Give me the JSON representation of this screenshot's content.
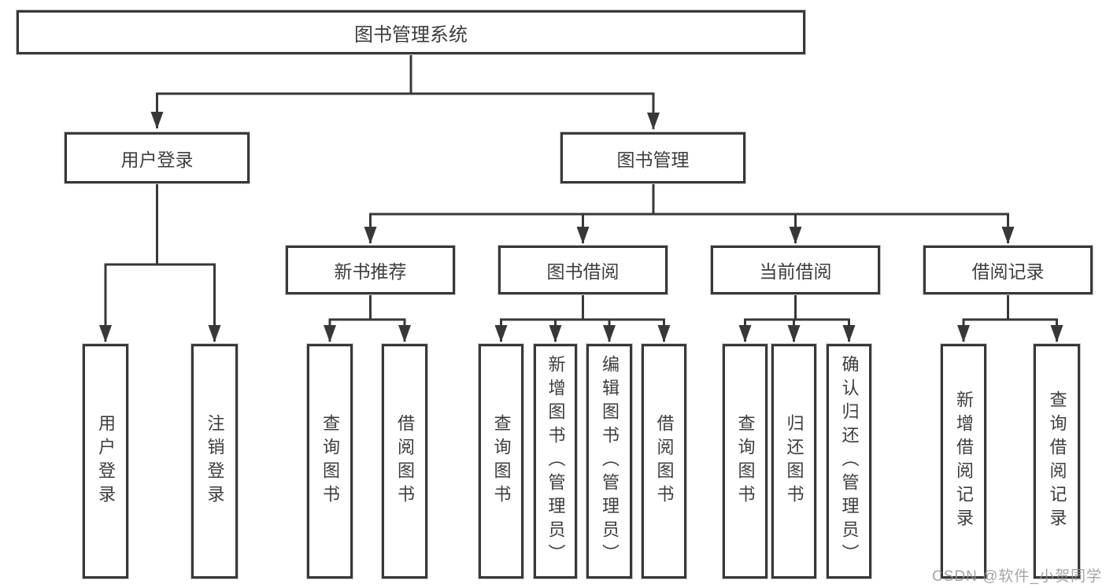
{
  "colors": {
    "background": "#ffffff",
    "line": "#383838",
    "box_border": "#383838",
    "text": "#3d3d3d",
    "watermark": "#919191"
  },
  "watermark": {
    "text": "CSDN @软件_小贺同学"
  },
  "tree": {
    "root": {
      "label": "图书管理系统"
    },
    "children": [
      {
        "label": "用户登录",
        "children": [
          {
            "label": "用户登录"
          },
          {
            "label": "注销登录"
          }
        ]
      },
      {
        "label": "图书管理",
        "children": [
          {
            "label": "新书推荐",
            "children": [
              {
                "label": "查询图书"
              },
              {
                "label": "借阅图书"
              }
            ]
          },
          {
            "label": "图书借阅",
            "children": [
              {
                "label": "查询图书"
              },
              {
                "label": "新增图书（管理员）"
              },
              {
                "label": "编辑图书（管理员）"
              },
              {
                "label": "借阅图书"
              }
            ]
          },
          {
            "label": "当前借阅",
            "children": [
              {
                "label": "查询图书"
              },
              {
                "label": "归还图书"
              },
              {
                "label": "确认归还（管理员）"
              }
            ]
          },
          {
            "label": "借阅记录",
            "children": [
              {
                "label": "新增借阅记录"
              },
              {
                "label": "查询借阅记录"
              }
            ]
          }
        ]
      }
    ]
  }
}
